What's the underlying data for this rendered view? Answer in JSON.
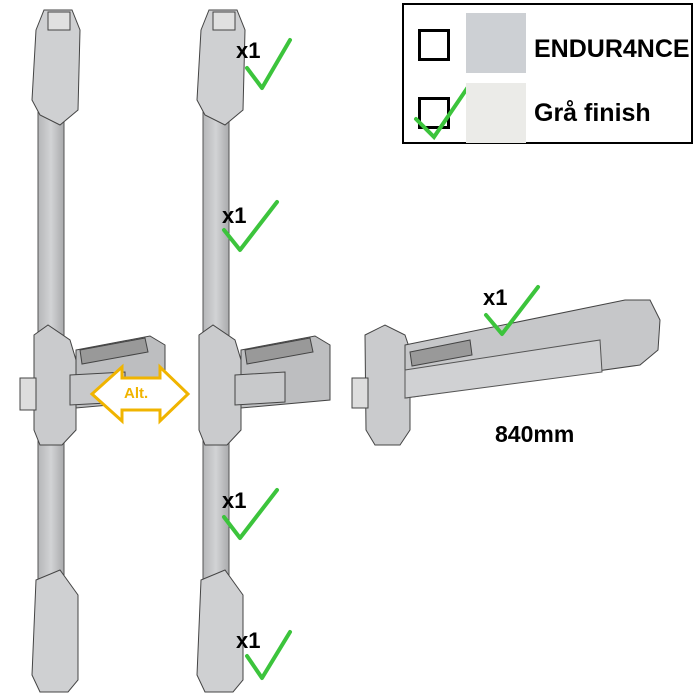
{
  "legend": {
    "options": [
      {
        "label": "ENDUR4NCE",
        "checked": false,
        "swatch_color": "#cdd0d4"
      },
      {
        "label": "Grå finish",
        "checked": true,
        "swatch_color": "#ebebe8"
      }
    ]
  },
  "quantities": {
    "top_rod_upper": "x1",
    "top_rod_lower": "x1",
    "bottom_rod_upper": "x1",
    "bottom_rod_lower": "x1",
    "push_bar": "x1"
  },
  "alt_label": "Alt.",
  "push_bar_length": "840mm",
  "colors": {
    "check": "#3cc43c",
    "alt_arrow": "#f0b400",
    "metal": "#c8c9cb",
    "outline": "#444444"
  }
}
